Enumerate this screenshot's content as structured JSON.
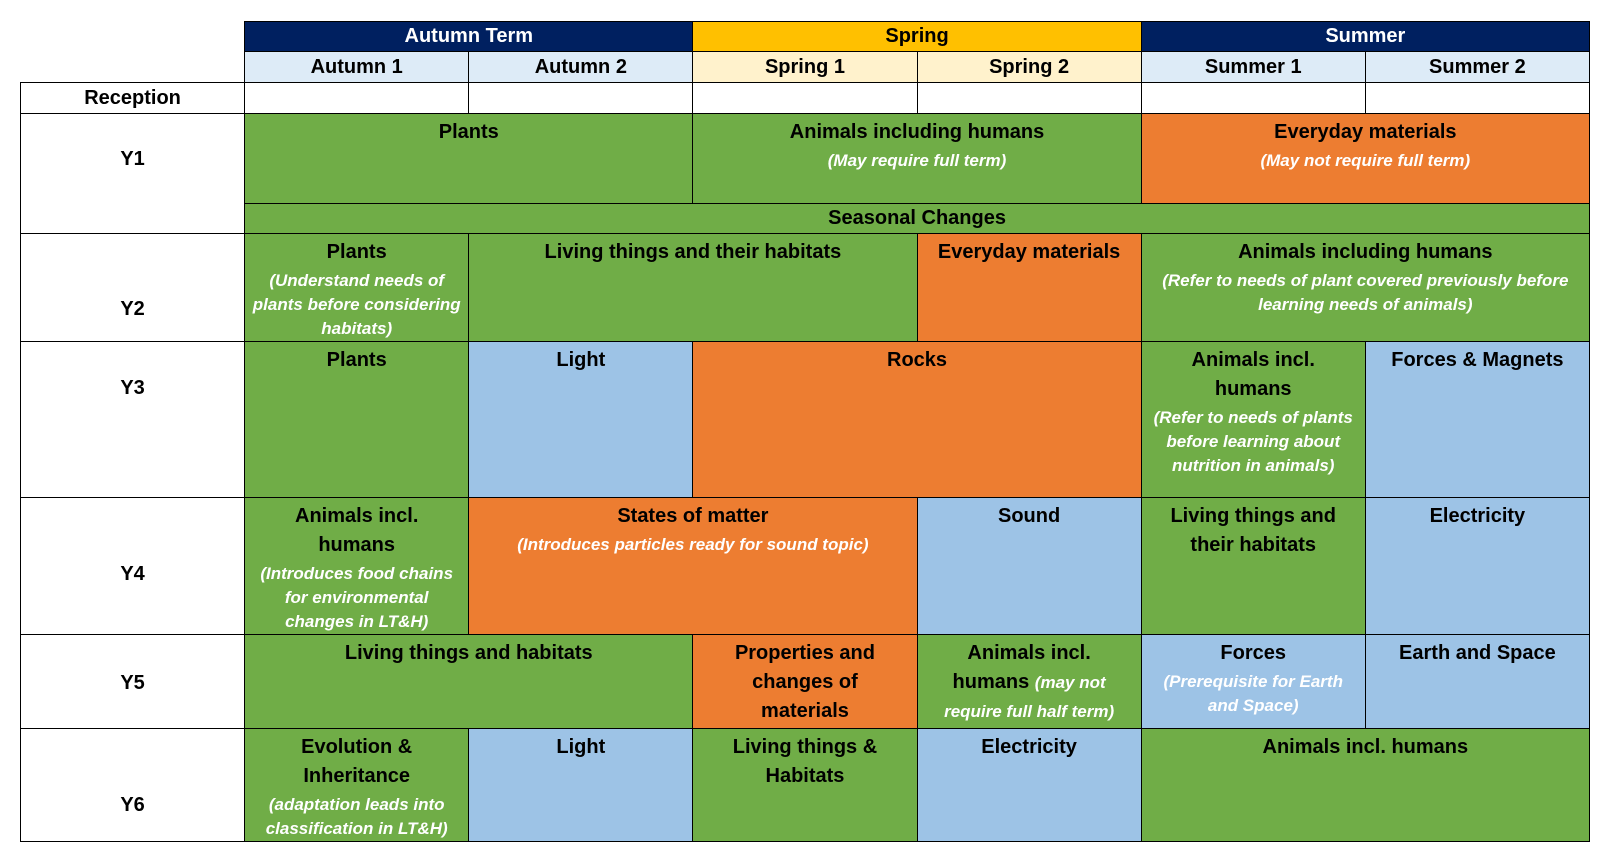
{
  "header": {
    "terms": [
      {
        "label": "Autumn Term",
        "color": "#002060"
      },
      {
        "label": "Spring",
        "color": "#ffc000"
      },
      {
        "label": "Summer",
        "color": "#002060"
      }
    ],
    "halves": [
      {
        "label": "Autumn 1",
        "color": "#ddebf7"
      },
      {
        "label": "Autumn 2",
        "color": "#ddebf7"
      },
      {
        "label": "Spring 1",
        "color": "#fff2cc"
      },
      {
        "label": "Spring 2",
        "color": "#fff2cc"
      },
      {
        "label": "Summer 1",
        "color": "#ddebf7"
      },
      {
        "label": "Summer 2",
        "color": "#ddebf7"
      }
    ]
  },
  "colors": {
    "biology": "#70ad47",
    "chemistry": "#ed7d31",
    "physics": "#9dc3e6",
    "note_text": "#ffffff"
  },
  "rows": {
    "reception": {
      "year": "Reception"
    },
    "y1": {
      "year": "Y1",
      "plants": "Plants",
      "animals": "Animals including humans",
      "animals_note": "(May require full term)",
      "materials": "Everyday materials",
      "materials_note": "(May not require full term)",
      "seasonal": "Seasonal Changes"
    },
    "y2": {
      "year": "Y2",
      "plants": "Plants",
      "plants_note": "(Understand needs of plants before considering habitats)",
      "living": "Living things and their habitats",
      "materials": "Everyday materials",
      "animals": "Animals including humans",
      "animals_note": "(Refer to needs of plant covered previously before learning needs of animals)"
    },
    "y3": {
      "year": "Y3",
      "plants": "Plants",
      "light": "Light",
      "rocks": "Rocks",
      "animals": "Animals incl. humans",
      "animals_note": "(Refer to needs of plants before learning about nutrition in animals)",
      "forces": "Forces & Magnets"
    },
    "y4": {
      "year": "Y4",
      "animals": "Animals incl. humans",
      "animals_note": "(Introduces food chains for environmental changes in LT&H)",
      "states": "States of matter",
      "states_note": "(Introduces particles ready for sound topic)",
      "sound": "Sound",
      "living": "Living things and their habitats",
      "electricity": "Electricity"
    },
    "y5": {
      "year": "Y5",
      "living": "Living things and habitats",
      "properties": "Properties and changes of materials",
      "animals": "Animals incl. humans",
      "animals_note": "(may not require full half term)",
      "forces": "Forces",
      "forces_note": "(Prerequisite for Earth and Space)",
      "earth": "Earth and Space"
    },
    "y6": {
      "year": "Y6",
      "evolution": "Evolution & Inheritance",
      "evolution_note": "(adaptation leads into classification in LT&H)",
      "light": "Light",
      "living": "Living things & Habitats",
      "electricity": "Electricity",
      "animals": "Animals incl. humans"
    }
  }
}
